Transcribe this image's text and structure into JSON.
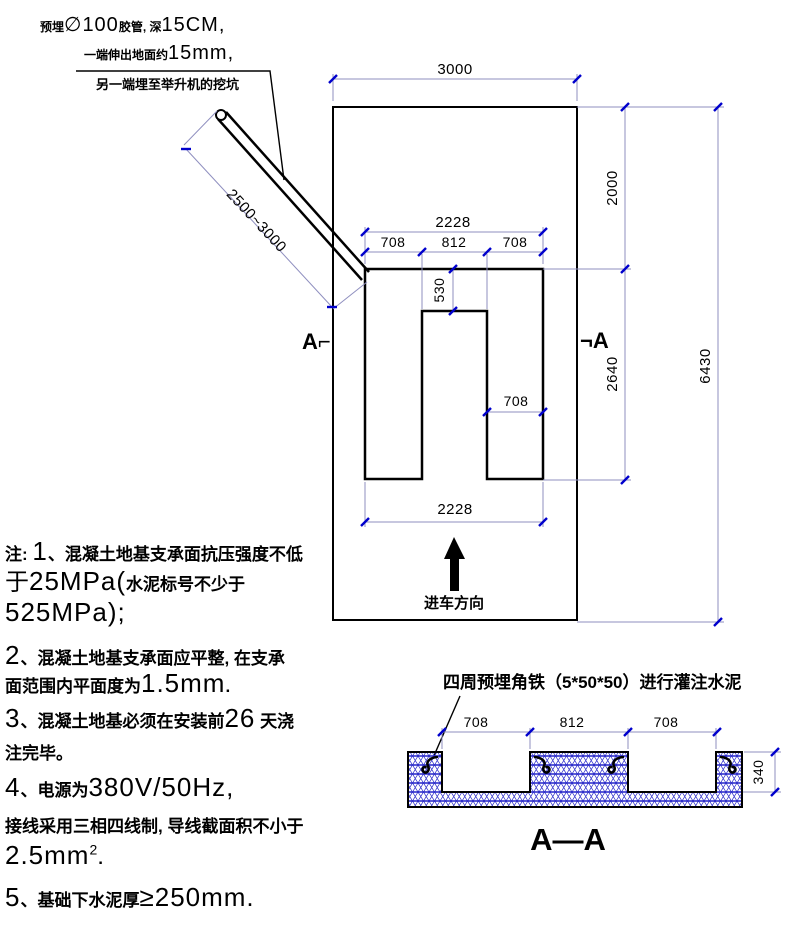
{
  "top_annotation": {
    "l1_1": "预埋",
    "l1_2": "∅100",
    "l1_3": "胶管, 深",
    "l1_4": "15CM,",
    "l2_1": "一端伸出地面约",
    "l2_2": "15mm,",
    "l3": "另一端埋至举升机的挖坑"
  },
  "plan": {
    "dim_width": "3000",
    "dim_top_total": "2228",
    "dim_top_left": "708",
    "dim_top_mid": "812",
    "dim_top_right": "708",
    "dim_slab": "530",
    "dim_leg": "708",
    "dim_bottom_total": "2228",
    "dim_upper_height": "2000",
    "dim_inner_height": "2640",
    "dim_total_height": "6430",
    "dim_tube": "2500~3000",
    "marker_left": "A⌐",
    "marker_right": "¬A",
    "arrow_label": "进车方向"
  },
  "section": {
    "title": "四周预埋角铁（5*50*50）进行灌注水泥",
    "dim_left": "708",
    "dim_mid": "812",
    "dim_right": "708",
    "dim_depth": "340",
    "label": "A—A"
  },
  "notes": {
    "n1_prefix": "注: ",
    "n1_num": "1",
    "n1_text": "、混凝土地基支承面抗压强度不低",
    "n2_yu": "于",
    "n2_num": "25MPa(",
    "n2_text": "水泥标号不少于",
    "n3": "525MPa);",
    "n4_num": "2",
    "n4_text": "、混凝土地基支承面应平整, 在支承",
    "n5_text": "面范围内平面度为",
    "n5_num": "1.5mm",
    "n5_dot": ".",
    "n6_num": "3",
    "n6_text": "、混凝土地基必须在安装前",
    "n6_num2": "26",
    "n6_text2": " 天浇",
    "n7": "注完毕。",
    "n8_num": "4",
    "n8_text": "、电源为",
    "n8_val": "380V/50Hz,",
    "n9": "接线采用三相四线制, 导线截面积不小于",
    "n10_val": "2.5mm",
    "n10_sup": "2",
    "n10_dot": ".",
    "n11_num": "5",
    "n11_text": "、基础下水泥厚",
    "n11_val": "≥250mm."
  },
  "colors": {
    "dim_line": "#8f8fbf",
    "tick": "#0000cc",
    "hatch": "#2323c8",
    "draw": "#000000"
  }
}
